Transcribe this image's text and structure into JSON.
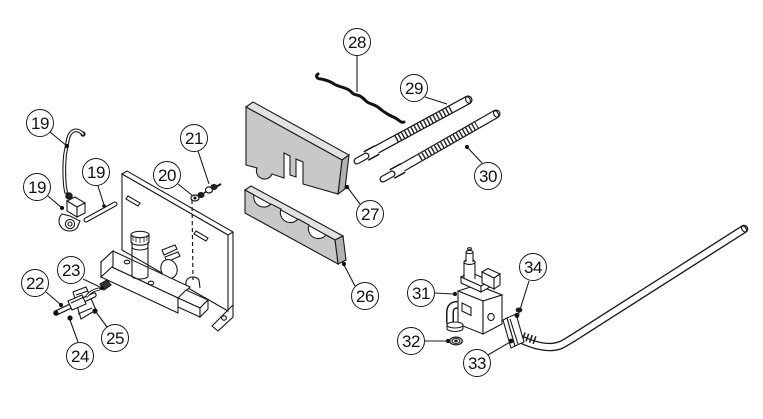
{
  "diagram": {
    "type": "exploded-parts-diagram",
    "background": "#ffffff",
    "line_color": "#1a1a1a",
    "foam_front": "#c8c8c8",
    "foam_top": "#e2e2e2",
    "foam_side": "#b2b2b2",
    "callouts": [
      {
        "label": "19"
      },
      {
        "label": "19"
      },
      {
        "label": "19"
      },
      {
        "label": "20"
      },
      {
        "label": "21"
      },
      {
        "label": "22"
      },
      {
        "label": "23"
      },
      {
        "label": "24"
      },
      {
        "label": "25"
      },
      {
        "label": "26"
      },
      {
        "label": "27"
      },
      {
        "label": "28"
      },
      {
        "label": "29"
      },
      {
        "label": "30"
      },
      {
        "label": "31"
      },
      {
        "label": "32"
      },
      {
        "label": "33"
      },
      {
        "label": "34"
      }
    ]
  }
}
